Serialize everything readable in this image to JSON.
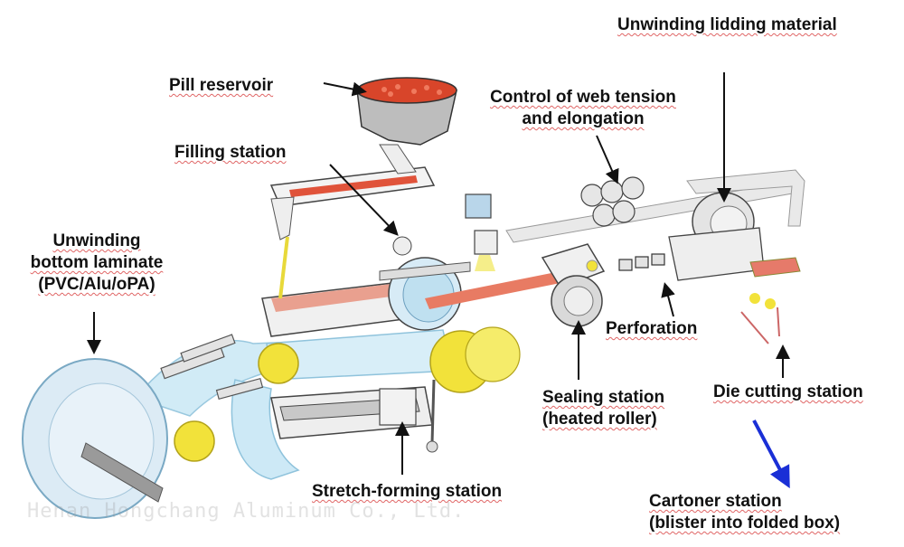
{
  "labels": {
    "pill_reservoir": "Pill reservoir",
    "filling_station": "Filling station",
    "unwinding_bottom": [
      "Unwinding",
      "bottom laminate",
      "(PVC/Alu/oPA)"
    ],
    "control_web": [
      "Control of web tension",
      "and elongation"
    ],
    "unwinding_lidding": "Unwinding lidding material",
    "perforation": "Perforation",
    "sealing_station": [
      "Sealing station",
      "(heated roller)"
    ],
    "die_cutting": "Die cutting station",
    "stretch_forming": "Stretch-forming station",
    "cartoner": [
      "Cartoner station",
      "(blister into folded box)"
    ]
  },
  "watermark": "Henan Hongchang Aluminum Co., Ltd.",
  "colors": {
    "web_blue": "#bfe3f3",
    "roller_yellow": "#f2e23a",
    "pill_red": "#d8452a",
    "machine_gray": "#d9d9d9",
    "cartoner_arrow": "#1a2fd6"
  }
}
